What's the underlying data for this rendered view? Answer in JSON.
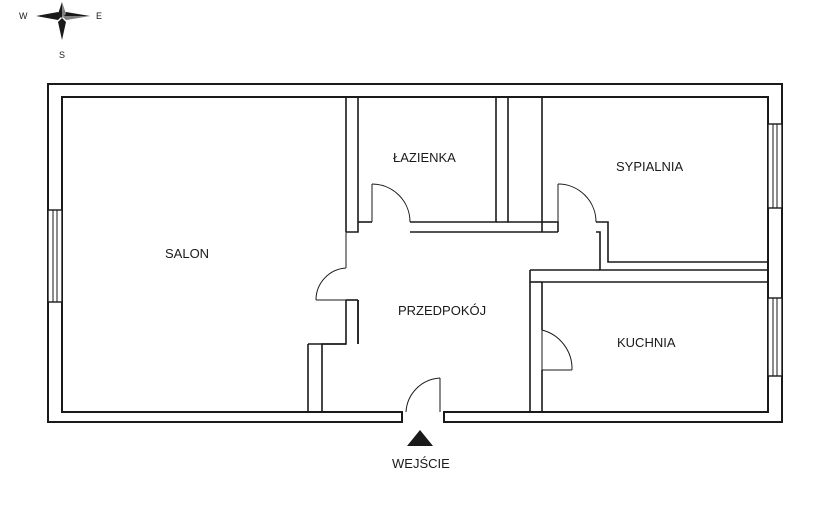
{
  "compass": {
    "west": "W",
    "east": "E",
    "south": "S"
  },
  "rooms": {
    "salon": "SALON",
    "lazienka": "ŁAZIENKA",
    "sypialnia": "SYPIALNIA",
    "przedpokoj": "PRZEDPOKÓJ",
    "kuchnia": "KUCHNIA"
  },
  "entrance": "WEJŚCIE"
}
